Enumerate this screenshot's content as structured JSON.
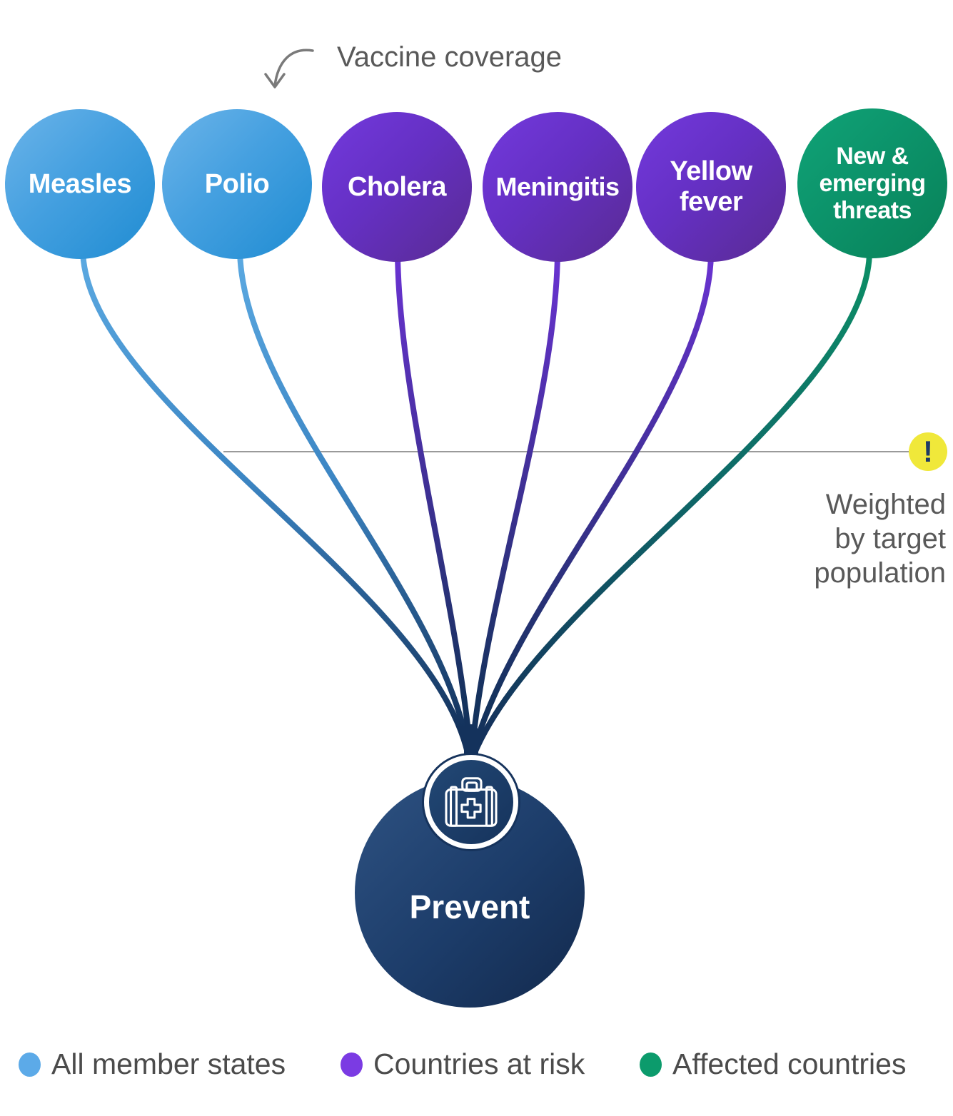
{
  "annotations": {
    "vaccine_coverage": "Vaccine coverage",
    "weighted": {
      "icon": "!",
      "lines": [
        "Weighted",
        "by target",
        "population"
      ]
    }
  },
  "balloons": [
    {
      "id": "measles",
      "label": "Measles",
      "category": "all-member-states"
    },
    {
      "id": "polio",
      "label": "Polio",
      "category": "all-member-states"
    },
    {
      "id": "cholera",
      "label": "Cholera",
      "category": "countries-at-risk"
    },
    {
      "id": "meningitis",
      "label": "Meningitis",
      "category": "countries-at-risk"
    },
    {
      "id": "yellow-fever",
      "label": "Yellow fever",
      "category": "countries-at-risk"
    },
    {
      "id": "new-emerging",
      "label": "New & emerging threats",
      "category": "affected-countries"
    }
  ],
  "center": {
    "label": "Prevent",
    "icon": "first-aid-kit-icon"
  },
  "legend": [
    {
      "label": "All member states",
      "color": "#5CAAE8"
    },
    {
      "label": "Countries at risk",
      "color": "#7B3BE3"
    },
    {
      "label": "Affected countries",
      "color": "#0C9B6C"
    }
  ],
  "colors": {
    "blue_balloon_light": "#6CB4E9",
    "blue_balloon_dark": "#1F8CD2",
    "purple_balloon_light": "#7339DD",
    "purple_balloon_dark": "#592B92",
    "green_balloon_light": "#10A377",
    "green_balloon_dark": "#088158",
    "navy": "#16335C",
    "note_yellow": "#F0E83A",
    "annotation_gray": "#595959"
  }
}
